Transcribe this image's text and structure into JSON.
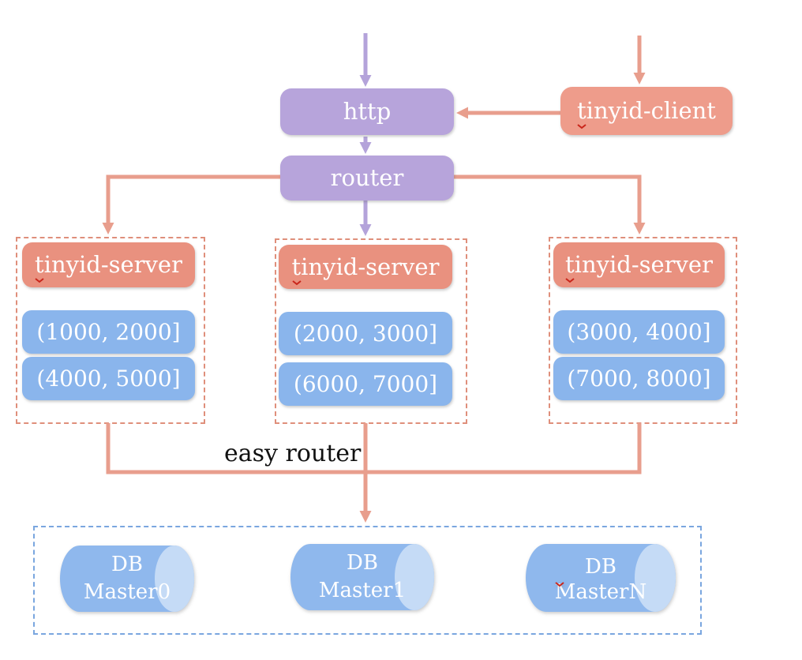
{
  "nodes": {
    "http": {
      "label": "http"
    },
    "router": {
      "label": "router"
    },
    "client": {
      "label": "tinyid-client"
    },
    "easy_router": {
      "label": "easy router"
    }
  },
  "servers": [
    {
      "label": "tinyid-server",
      "ranges": [
        "(1000, 2000]",
        "(4000, 5000]"
      ]
    },
    {
      "label": "tinyid-server",
      "ranges": [
        "(2000, 3000]",
        "(6000, 7000]"
      ]
    },
    {
      "label": "tinyid-server",
      "ranges": [
        "(3000, 4000]",
        "(7000, 8000]"
      ]
    }
  ],
  "databases": [
    {
      "name": "DB",
      "instance": "Master0"
    },
    {
      "name": "DB",
      "instance": "Master1"
    },
    {
      "name": "DB",
      "instance": "MasterN"
    }
  ],
  "colors": {
    "purple_box": "#b7a4db",
    "client_box": "#ee9c8b",
    "server_box": "#e9917f",
    "range_box": "#8ab5ec",
    "salmon_line": "#e89e8d",
    "purple_line": "#b4a3da",
    "salmon_dashed_border": "#df8f7b",
    "blue_dashed_border": "#7aa6df",
    "cylinder_body": "#8fb8ed",
    "cylinder_cap": "#c5dbf6",
    "spellcheck_mark": "#c9251a",
    "easy_router_text": "#111111"
  }
}
